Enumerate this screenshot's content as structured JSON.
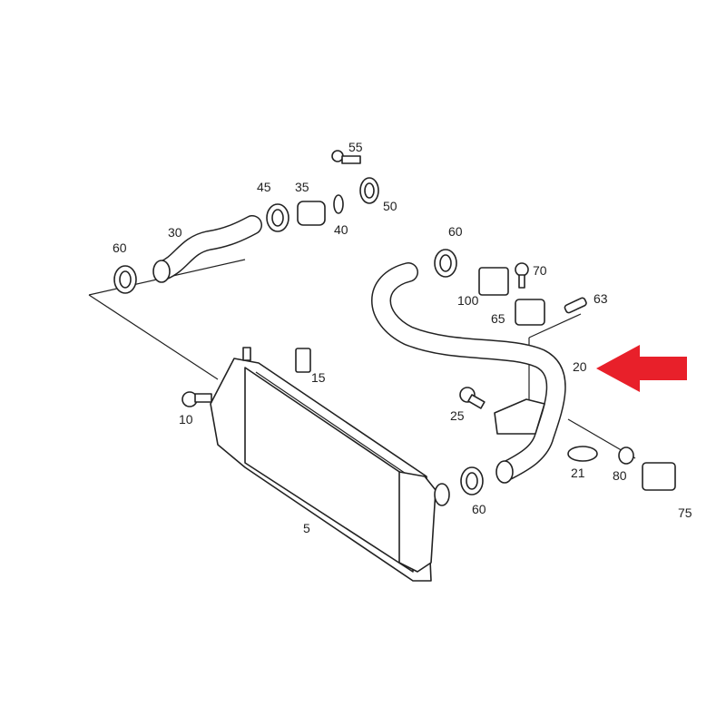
{
  "diagram": {
    "title": "Charge air cooler / intercooler hose assembly",
    "highlight_color": "#e8202a",
    "highlighted_part": "20",
    "labels": {
      "p55": "55",
      "p45": "45",
      "p35": "35",
      "p50": "50",
      "p40": "40",
      "p30": "30",
      "p60a": "60",
      "p60b": "60",
      "p70": "70",
      "p100": "100",
      "p63": "63",
      "p65": "65",
      "p20": "20",
      "p15": "15",
      "p10": "10",
      "p25": "25",
      "p21": "21",
      "p80": "80",
      "p75": "75",
      "p60c": "60",
      "p5": "5"
    }
  }
}
